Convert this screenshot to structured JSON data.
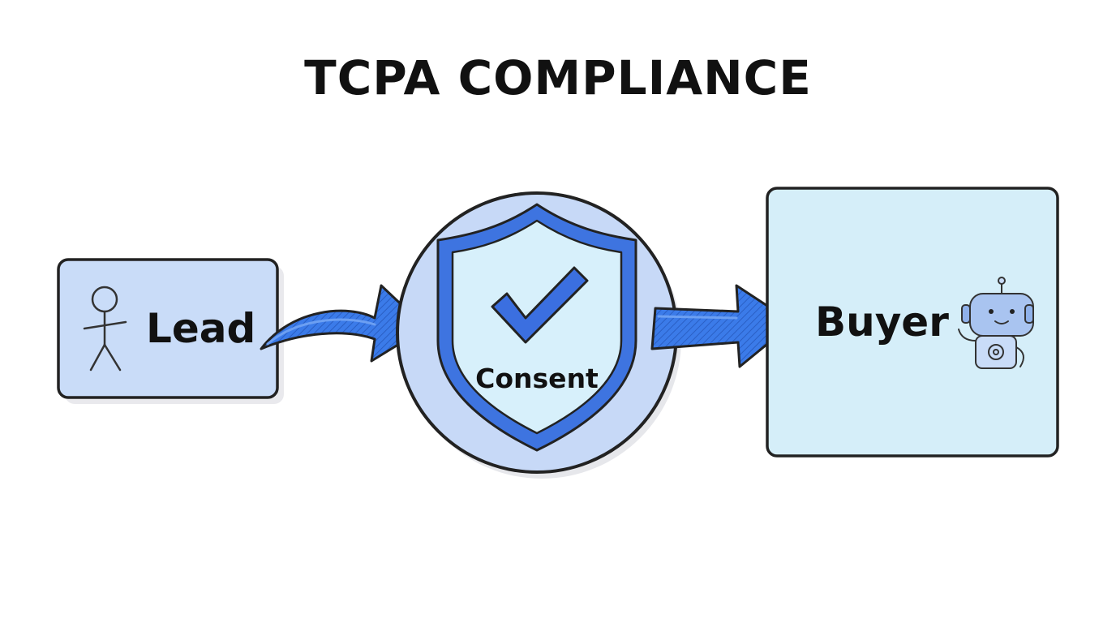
{
  "title": "TCPA COMPLIANCE",
  "nodes": {
    "lead": {
      "label": "Lead",
      "icon": "stick-figure-icon"
    },
    "consent": {
      "label": "Consent",
      "icon": "shield-checkmark-icon"
    },
    "buyer": {
      "label": "Buyer",
      "icon": "robot-icon"
    }
  },
  "colors": {
    "outline": "#222222",
    "lead_fill": "#c9dcf8",
    "circle_fill": "#c7d9f7",
    "shield_fill": "#d7f0fb",
    "buyer_fill": "#d5eef9",
    "arrow_blue": "#3b7be9",
    "check_blue": "#3b6fe0"
  }
}
